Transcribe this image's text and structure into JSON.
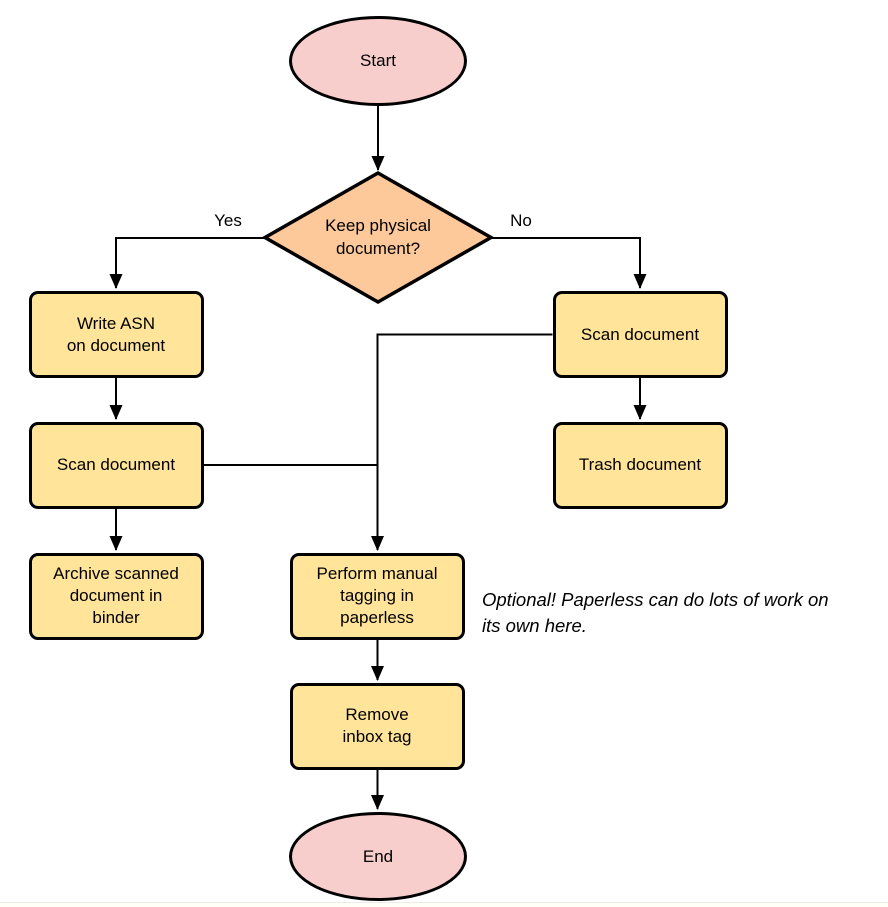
{
  "diagram": {
    "nodes": {
      "start": {
        "label": "Start",
        "type": "terminal"
      },
      "decision": {
        "label": "Keep physical\ndocument?",
        "type": "decision"
      },
      "write_asn": {
        "label": "Write ASN\non document",
        "type": "process"
      },
      "scan_left": {
        "label": "Scan document",
        "type": "process"
      },
      "archive": {
        "label": "Archive scanned\ndocument in\nbinder",
        "type": "process"
      },
      "scan_right": {
        "label": "Scan document",
        "type": "process"
      },
      "trash": {
        "label": "Trash document",
        "type": "process"
      },
      "tagging": {
        "label": "Perform manual\ntagging in\npaperless",
        "type": "process"
      },
      "remove_inbox": {
        "label": "Remove\ninbox tag",
        "type": "process"
      },
      "end": {
        "label": "End",
        "type": "terminal"
      }
    },
    "edge_labels": {
      "yes": "Yes",
      "no": "No"
    },
    "annotation": "Optional! Paperless can do lots of work on\nits own here.",
    "colors": {
      "terminal_fill": "#f8cecc",
      "decision_fill": "#fec99a",
      "process_fill": "#ffe499",
      "stroke": "#000000"
    }
  }
}
